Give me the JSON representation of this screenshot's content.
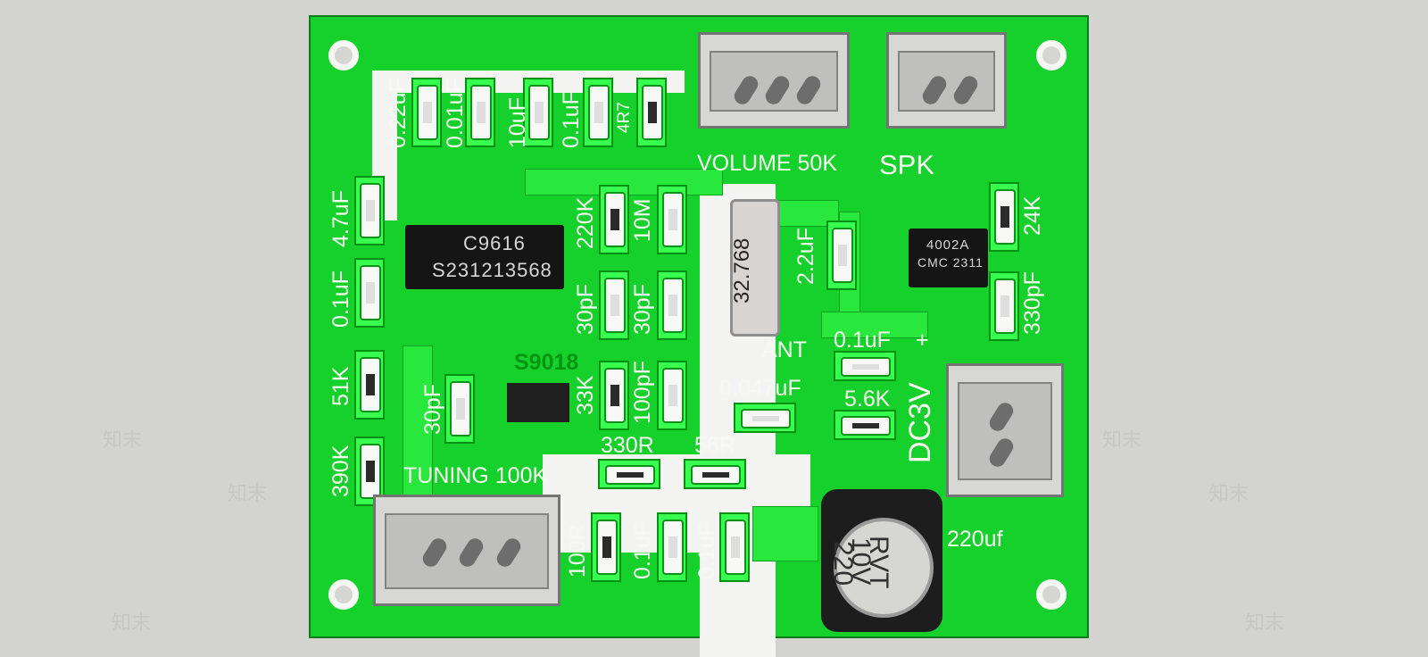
{
  "watermark": {
    "text": "知末"
  },
  "chip": {
    "line1": "C9616",
    "line2": "S231213568"
  },
  "opamp": {
    "line1": "4002A",
    "line2": "CMC 2311"
  },
  "crystal": {
    "label": "32.768"
  },
  "capacitor_body": {
    "line1": "RVT",
    "line2": "10V",
    "line3": "220"
  },
  "labels": [
    "0.22uF",
    "0.01uF",
    "10uF",
    "0.1uF",
    "4R7",
    "VOLUME 50K",
    "SPK",
    "4.7uF",
    "220K",
    "10M",
    "2.2uF",
    "24K",
    "0.1uF",
    "30pF",
    "30pF",
    "330pF",
    "51K",
    "S9018",
    "33K",
    "100pF",
    "ANT",
    "0.047uF",
    "0.1uF",
    "5.6K",
    "+",
    "DC3V",
    "30pF",
    "330R",
    "56R",
    "390K",
    "TUNING 100K",
    "100R",
    "0.1uF",
    "0.1uF",
    "220uf"
  ]
}
